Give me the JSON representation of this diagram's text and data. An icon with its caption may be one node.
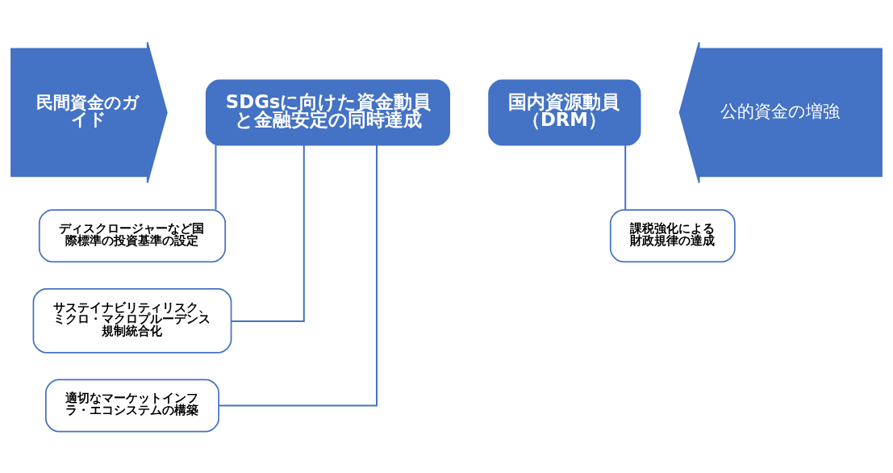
{
  "diagram": {
    "nodes": [
      {
        "text": [
          "民間資金のガイド"
        ]
      },
      {
        "text": [
          "SDGsに向けた資金動員と金融安定の同時達成"
        ]
      },
      {
        "text": [
          "ディスクロージャーなど国際標準の投資基準の設定"
        ]
      },
      {
        "text": [
          "サステイナビリティリスク、ミクロ・マクロプルーデンス規制統合化"
        ]
      },
      {
        "text": [
          "適切なマーケットインフラ・エコシステムの構築"
        ]
      },
      {
        "text": [
          "国内資源動員（DRM）"
        ]
      },
      {
        "text": [
          "課税強化による財政規律の達成"
        ]
      },
      {
        "text": [
          "公的資金の増強"
        ]
      }
    ],
    "edges": [
      {
        "from": 1,
        "to": 2,
        "arrow": "none"
      },
      {
        "from": 1,
        "to": 3,
        "arrow": "none"
      },
      {
        "from": 1,
        "to": 4,
        "arrow": "none"
      },
      {
        "from": 5,
        "to": 6,
        "arrow": "none"
      }
    ]
  }
}
